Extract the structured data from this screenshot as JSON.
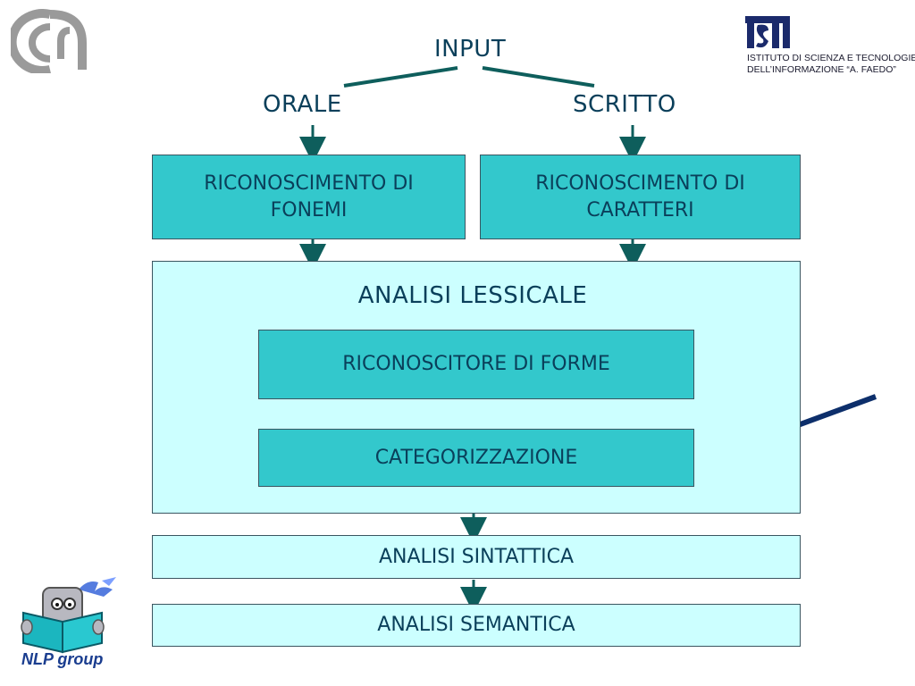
{
  "top": {
    "input": "INPUT",
    "orale": "ORALE",
    "scritto": "SCRITTO"
  },
  "boxes": {
    "fonemi_line1": "RICONOSCIMENTO DI",
    "fonemi_line2": "FONEMI",
    "caratteri_line1": "RICONOSCIMENTO DI",
    "caratteri_line2": "CARATTERI",
    "lessicale": "ANALISI LESSICALE",
    "riconoscitore": "RICONOSCITORE DI FORME",
    "categorizzazione": "CATEGORIZZAZIONE",
    "sintattica": "ANALISI SINTATTICA",
    "semantica": "ANALISI SEMANTICA"
  },
  "logos": {
    "isti_mark": "ISTI",
    "isti_line1": "ISTITUTO DI SCIENZA E TECNOLOGIE",
    "isti_line2": "DELL’INFORMAZIONE “A. FAEDO”",
    "nlp": "NLP group"
  },
  "colors": {
    "box_dark": "#33c8cc",
    "box_light": "#ccffff",
    "text": "#0a3f5a",
    "connector": "#0e5e5c",
    "pointer_arrow": "#0d2f6b"
  }
}
